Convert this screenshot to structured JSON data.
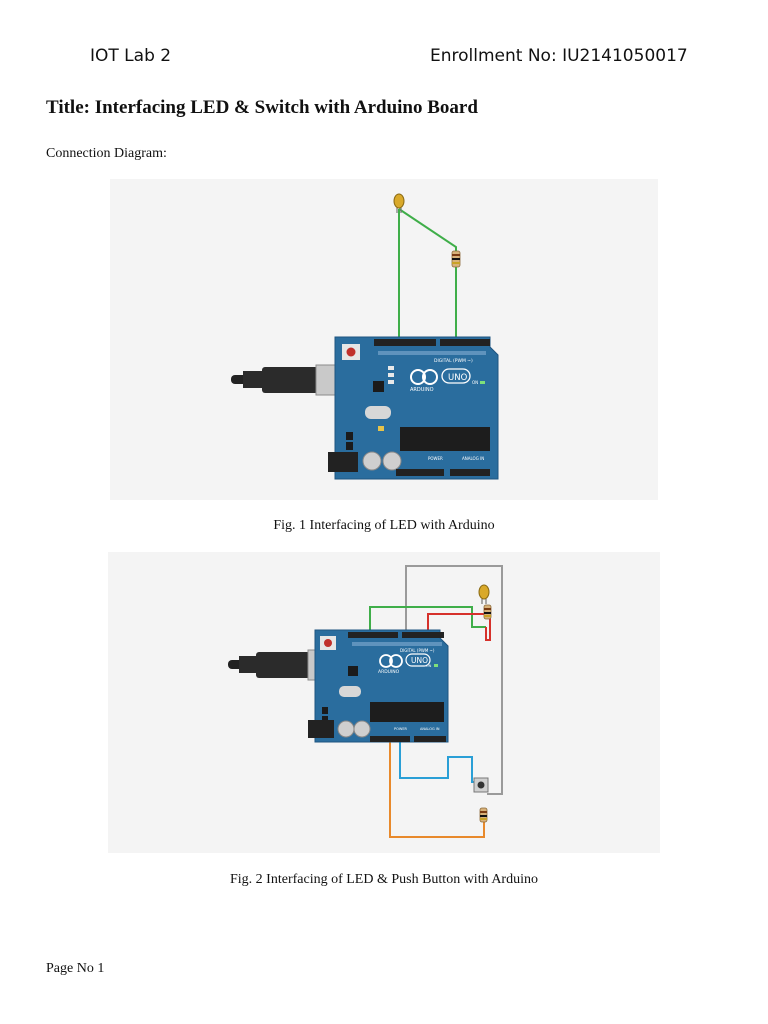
{
  "header": {
    "course": "IOT Lab 2",
    "enrollment": "Enrollment No: IU2141050017"
  },
  "title": "Title: Interfacing LED & Switch with Arduino Board",
  "section_label": "Connection Diagram:",
  "figures": [
    {
      "caption": "Fig. 1 Interfacing of LED with Arduino"
    },
    {
      "caption": "Fig. 2 Interfacing of LED & Push Button with Arduino"
    }
  ],
  "board": {
    "brand": "ARDUINO",
    "model": "UNO",
    "digital_label": "DIGITAL (PWM ~)",
    "power_label": "POWER",
    "analog_label": "ANALOG IN",
    "on_label": "ON"
  },
  "colors": {
    "board": "#2a6d9e",
    "wire_green": "#3fae49",
    "wire_red": "#d6312b",
    "wire_gray": "#9a9a9a",
    "wire_blue": "#2a9fd6",
    "wire_orange": "#e8892b",
    "led": "#d9a92a"
  },
  "footer": {
    "page": "Page No 1"
  }
}
